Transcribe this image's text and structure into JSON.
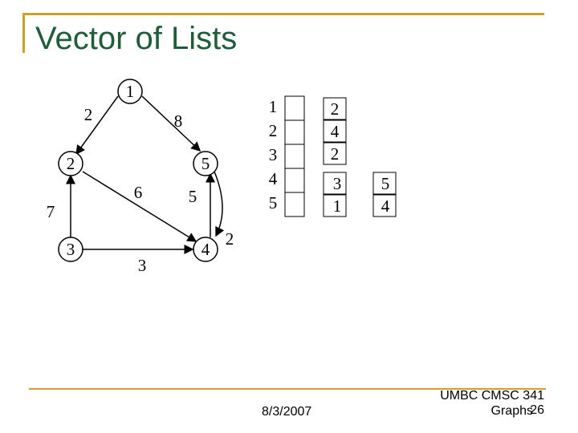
{
  "slide": {
    "title": "Vector of Lists",
    "footer_date": "8/3/2007",
    "footer_course": "UMBC CMSC 341",
    "footer_topic": "Graphs",
    "footer_page": "26"
  },
  "graph": {
    "nodes": [
      "1",
      "2",
      "3",
      "4",
      "5"
    ],
    "edges": [
      {
        "from": "1",
        "to": "2",
        "weight": "2"
      },
      {
        "from": "1",
        "to": "5",
        "weight": "8"
      },
      {
        "from": "2",
        "to": "4",
        "weight": "6"
      },
      {
        "from": "3",
        "to": "2",
        "weight": "7"
      },
      {
        "from": "3",
        "to": "4",
        "weight": "3"
      },
      {
        "from": "4",
        "to": "5",
        "weight": "5"
      },
      {
        "from": "5",
        "to": "4",
        "weight": "2"
      }
    ]
  },
  "adjacency": {
    "indices": [
      "1",
      "2",
      "3",
      "4",
      "5"
    ],
    "list_col1": [
      "2",
      "4",
      "2",
      "3",
      "1"
    ],
    "list_col2": [
      "",
      "",
      "",
      "5",
      "4"
    ]
  }
}
